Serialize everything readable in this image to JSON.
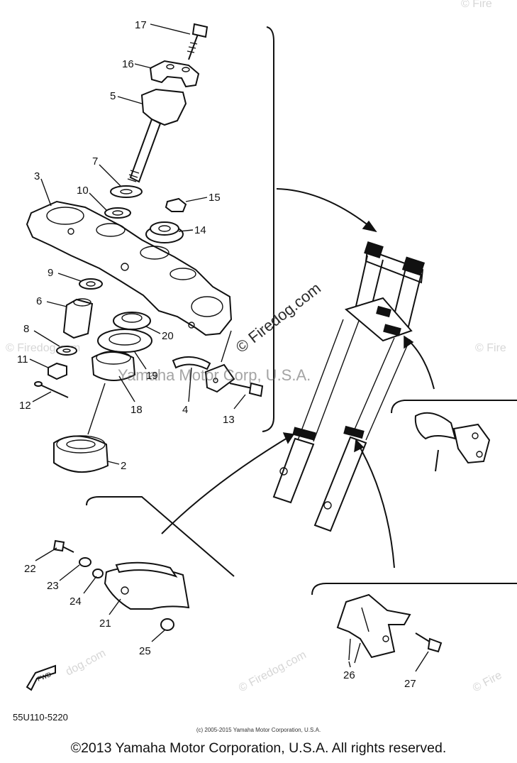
{
  "callouts": [
    "17",
    "16",
    "5",
    "7",
    "10",
    "15",
    "3",
    "14",
    "9",
    "6",
    "20",
    "8",
    "19",
    "11",
    "12",
    "18",
    "4",
    "13",
    "2",
    "22",
    "23",
    "24",
    "21",
    "25",
    "26",
    "27"
  ],
  "watermarks": {
    "center": "© Firedog.com",
    "mid_text": "Yamaha Motor Corp, U.S.A.",
    "repeat": "© Firedog.com",
    "small_a": "dog.com",
    "small_b": "© Fire",
    "small_c": "© Firedog.com",
    "small_d": "© Fire"
  },
  "fwd_label": "FWD",
  "diagram_code": "55U110-5220",
  "small_copyright": "(c) 2005-2015 Yamaha Motor Corporation, U.S.A.",
  "copyright": "©2013 Yamaha Motor Corporation, U.S.A. All rights reserved."
}
